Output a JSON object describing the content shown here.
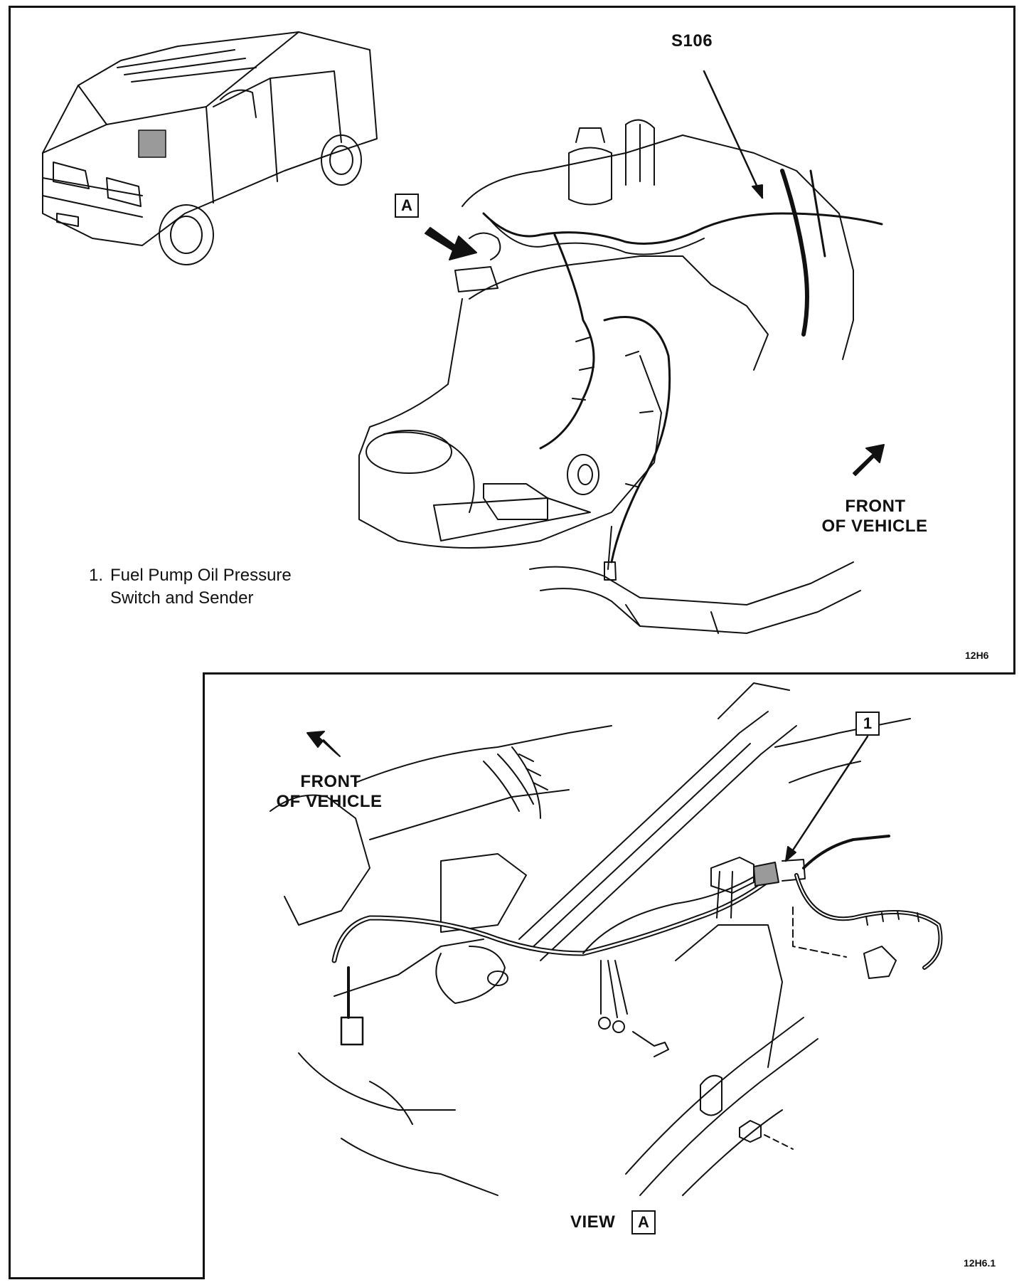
{
  "labels": {
    "splice": "S106",
    "view_callout": "A",
    "front_top_line1": "FRONT",
    "front_top_line2": "OF VEHICLE",
    "front_bottom_line1": "FRONT",
    "front_bottom_line2": "OF VEHICLE",
    "component_callout": "1",
    "view_caption": "VIEW",
    "view_caption_box": "A"
  },
  "legend": [
    {
      "number": "1.",
      "line1": "Fuel Pump Oil Pressure",
      "line2": "Switch and Sender"
    }
  ],
  "figure_codes": {
    "top": "12H6",
    "bottom": "12H6.1"
  },
  "colors": {
    "ink": "#111111",
    "highlight": "#9a9a9a",
    "paper": "#ffffff"
  }
}
